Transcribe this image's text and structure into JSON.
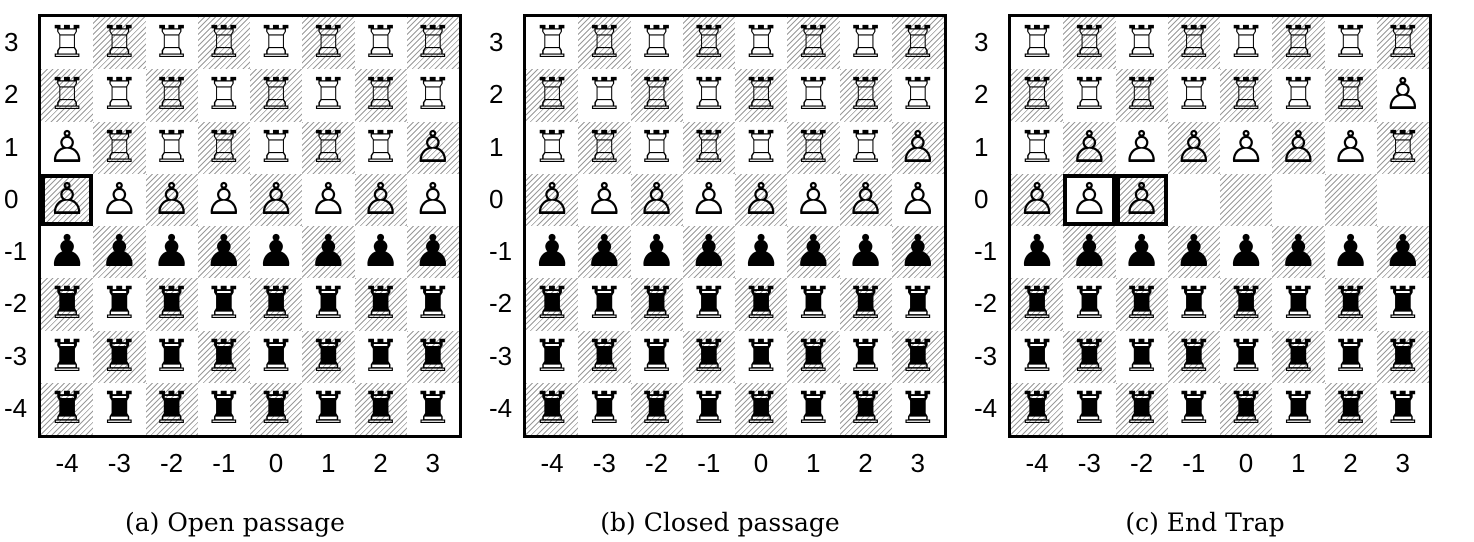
{
  "panels": [
    {
      "caption": "(a) Open passage",
      "ranks": [
        "3",
        "2",
        "1",
        "0",
        "-1",
        "-2",
        "-3",
        "-4"
      ],
      "files": [
        "-4",
        "-3",
        "-2",
        "-1",
        "0",
        "1",
        "2",
        "3"
      ],
      "rows": [
        [
          "WR",
          "WR",
          "WR",
          "WR",
          "WR",
          "WR",
          "WR",
          "WR"
        ],
        [
          "WR",
          "WR",
          "WR",
          "WR",
          "WR",
          "WR",
          "WR",
          "WR"
        ],
        [
          "WP",
          "WR",
          "WR",
          "WR",
          "WR",
          "WR",
          "WR",
          "WP"
        ],
        [
          "WP",
          "WP",
          "WP",
          "WP",
          "WP",
          "WP",
          "WP",
          "WP"
        ],
        [
          "BP",
          "BP",
          "BP",
          "BP",
          "BP",
          "BP",
          "BP",
          "BP"
        ],
        [
          "BR",
          "BR",
          "BR",
          "BR",
          "BR",
          "BR",
          "BR",
          "BR"
        ],
        [
          "BR",
          "BR",
          "BR",
          "BR",
          "BR",
          "BR",
          "BR",
          "BR"
        ],
        [
          "BR",
          "BR",
          "BR",
          "BR",
          "BR",
          "BR",
          "BR",
          "BR"
        ]
      ],
      "highlights": [
        [
          3,
          0
        ]
      ]
    },
    {
      "caption": "(b) Closed passage",
      "ranks": [
        "3",
        "2",
        "1",
        "0",
        "-1",
        "-2",
        "-3",
        "-4"
      ],
      "files": [
        "-4",
        "-3",
        "-2",
        "-1",
        "0",
        "1",
        "2",
        "3"
      ],
      "rows": [
        [
          "WR",
          "WR",
          "WR",
          "WR",
          "WR",
          "WR",
          "WR",
          "WR"
        ],
        [
          "WR",
          "WR",
          "WR",
          "WR",
          "WR",
          "WR",
          "WR",
          "WR"
        ],
        [
          "WR",
          "WR",
          "WR",
          "WR",
          "WR",
          "WR",
          "WR",
          "WP"
        ],
        [
          "WP",
          "WP",
          "WP",
          "WP",
          "WP",
          "WP",
          "WP",
          "WP"
        ],
        [
          "BP",
          "BP",
          "BP",
          "BP",
          "BP",
          "BP",
          "BP",
          "BP"
        ],
        [
          "BR",
          "BR",
          "BR",
          "BR",
          "BR",
          "BR",
          "BR",
          "BR"
        ],
        [
          "BR",
          "BR",
          "BR",
          "BR",
          "BR",
          "BR",
          "BR",
          "BR"
        ],
        [
          "BR",
          "BR",
          "BR",
          "BR",
          "BR",
          "BR",
          "BR",
          "BR"
        ]
      ],
      "highlights": []
    },
    {
      "caption": "(c) End Trap",
      "ranks": [
        "3",
        "2",
        "1",
        "0",
        "-1",
        "-2",
        "-3",
        "-4"
      ],
      "files": [
        "-4",
        "-3",
        "-2",
        "-1",
        "0",
        "1",
        "2",
        "3"
      ],
      "rows": [
        [
          "WR",
          "WR",
          "WR",
          "WR",
          "WR",
          "WR",
          "WR",
          "WR"
        ],
        [
          "WR",
          "WR",
          "WR",
          "WR",
          "WR",
          "WR",
          "WR",
          "WP"
        ],
        [
          "WR",
          "WP",
          "WP",
          "WP",
          "WP",
          "WP",
          "WP",
          "WR"
        ],
        [
          "WP",
          "WP",
          "WP",
          "",
          "",
          "",
          "",
          ""
        ],
        [
          "BP",
          "BP",
          "BP",
          "BP",
          "BP",
          "BP",
          "BP",
          "BP"
        ],
        [
          "BR",
          "BR",
          "BR",
          "BR",
          "BR",
          "BR",
          "BR",
          "BR"
        ],
        [
          "BR",
          "BR",
          "BR",
          "BR",
          "BR",
          "BR",
          "BR",
          "BR"
        ],
        [
          "BR",
          "BR",
          "BR",
          "BR",
          "BR",
          "BR",
          "BR",
          "BR"
        ]
      ],
      "highlights": [
        [
          3,
          1
        ],
        [
          3,
          2
        ]
      ]
    }
  ],
  "piece_glyphs": {
    "WR": "♖",
    "WP": "♙",
    "BR": "♜",
    "BP": "♟"
  },
  "piece_names": {
    "WR": "white-rook-icon",
    "WP": "white-pawn-icon",
    "BR": "black-rook-icon",
    "BP": "black-pawn-icon"
  }
}
